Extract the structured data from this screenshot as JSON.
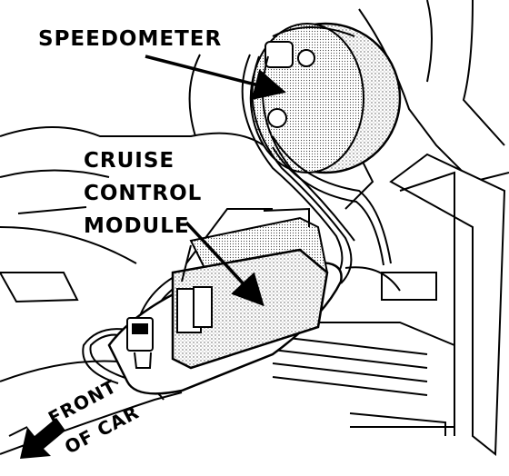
{
  "labels": {
    "speedometer": "SPEEDOMETER",
    "cruise_line1": "CRUISE",
    "cruise_line2": "CONTROL",
    "cruise_line3": "MODULE",
    "front_line1": "FRONT",
    "front_line2": "OF CAR"
  },
  "colors": {
    "ink": "#000000",
    "paper": "#ffffff",
    "stipple": "#bdbdbd"
  }
}
